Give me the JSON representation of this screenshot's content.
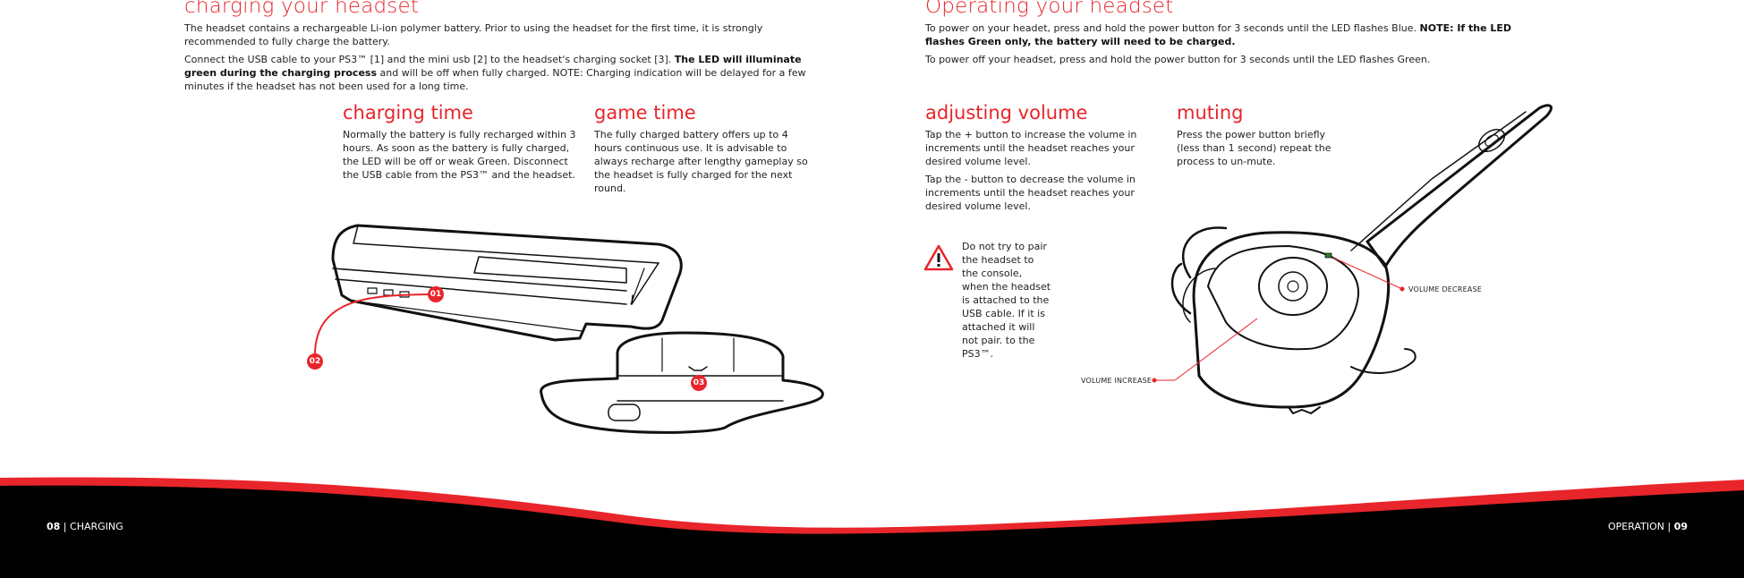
{
  "left": {
    "title": "charging your headset",
    "intro_1": "The headset contains a rechargeable Li-ion polymer battery. Prior to using the headset for the first time, it is strongly recommended to fully charge the battery.",
    "intro_2_a": "Connect the USB cable to your PS3™ [1] and the mini usb [2] to the headset's charging socket [3]. ",
    "intro_2_bold": "The LED will illuminate green during the charging process",
    "intro_2_b": " and will be off when fully charged. NOTE: Charging indication will be delayed for a few minutes if the headset has not been used for a long time.",
    "charging_time": {
      "title": "charging time",
      "body": "Normally the battery is fully recharged within 3 hours. As soon as the battery is fully charged, the LED will be off or weak Green. Disconnect the USB cable from the PS3™ and the headset."
    },
    "game_time": {
      "title": "game time",
      "body": "The fully charged battery offers up to 4 hours continuous use. It is advisable to always recharge after lengthy gameplay so the headset is fully charged for the next round."
    },
    "badges": [
      "01",
      "02",
      "03"
    ],
    "footer_page": "08",
    "footer_section": "CHARGING"
  },
  "right": {
    "title": "Operating your headset",
    "on_a": "To power on your headet, press and hold the power button for 3 seconds until the LED flashes Blue. ",
    "on_bold": "NOTE: If the LED flashes Green only, the battery will need to be charged.",
    "off": "To power off your headset, press and hold the power button for 3 seconds until the LED flashes Green.",
    "volume": {
      "title": "adjusting volume",
      "body_1": "Tap the + button to increase the volume in increments until the headset reaches your desired volume level.",
      "body_2": "Tap the - button to decrease the volume in increments until the headset reaches your desired volume level."
    },
    "muting": {
      "title": "muting",
      "body": "Press the power button briefly (less than 1 second) repeat the process to un-mute."
    },
    "warning": "Do not try to pair the headset to the console, when the headset is attached to the USB cable. If it is attached it will not pair. to the PS3™.",
    "callout_decrease": "VOLUME DECREASE",
    "callout_increase": "VOLUME INCREASE",
    "footer_section": "OPERATION",
    "footer_page": "09"
  },
  "colors": {
    "accent": "#e8252a",
    "footer": "#000000",
    "text": "#222222"
  },
  "icons": [
    "warning-triangle-icon"
  ]
}
